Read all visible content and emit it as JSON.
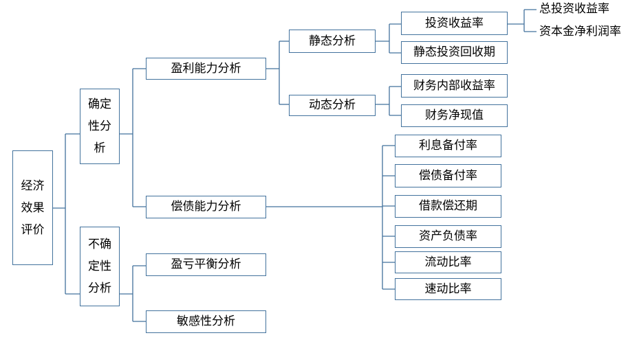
{
  "root": {
    "lines": [
      "经济",
      "效果",
      "评价"
    ]
  },
  "level1": {
    "certain": {
      "lines": [
        "确定",
        "性分",
        "析"
      ]
    },
    "uncertain": {
      "lines": [
        "不确",
        "定性",
        "分析"
      ]
    }
  },
  "level2": {
    "profit": "盈利能力分析",
    "debt": "偿债能力分析",
    "breakeven": "盈亏平衡分析",
    "sensitivity": "敏感性分析"
  },
  "level3": {
    "static": "静态分析",
    "dynamic": "动态分析"
  },
  "level4": {
    "roi": "投资收益率",
    "payback": "静态投资回收期",
    "irr": "财务内部收益率",
    "npv": "财务净现值",
    "interest_coverage": "利息备付率",
    "debt_service_coverage": "偿债备付率",
    "loan_payback": "借款偿还期",
    "asset_liability": "资产负债率",
    "current_ratio": "流动比率",
    "quick_ratio": "速动比率"
  },
  "level5": {
    "total_roi": "总投资收益率",
    "roe": "资本金净利润率"
  }
}
